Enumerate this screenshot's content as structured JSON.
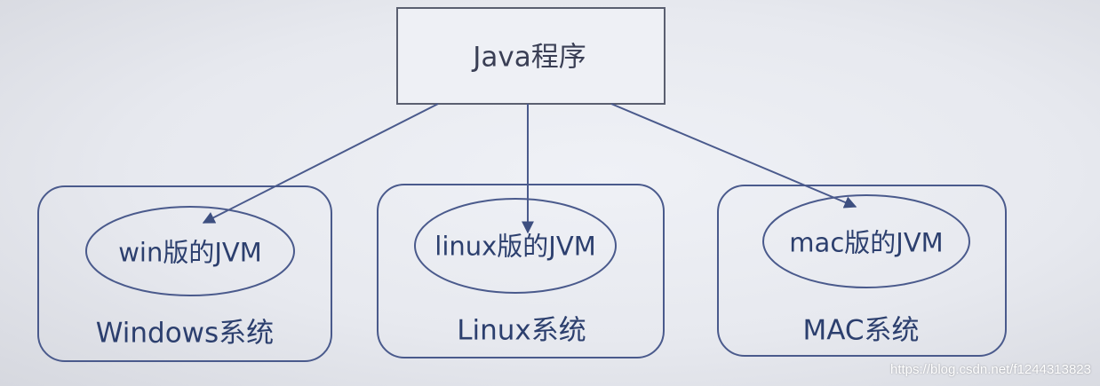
{
  "diagram": {
    "root": {
      "label": "Java程序"
    },
    "platforms": [
      {
        "jvm": "win版的JVM",
        "system": "Windows系统"
      },
      {
        "jvm": "linux版的JVM",
        "system": "Linux系统"
      },
      {
        "jvm": "mac版的JVM",
        "system": "MAC系统"
      }
    ]
  },
  "watermark": "https://blog.csdn.net/f1244313823",
  "colors": {
    "line": "#4a5a8c",
    "text": "#2c3f6e",
    "root_border": "#5a5f70"
  }
}
